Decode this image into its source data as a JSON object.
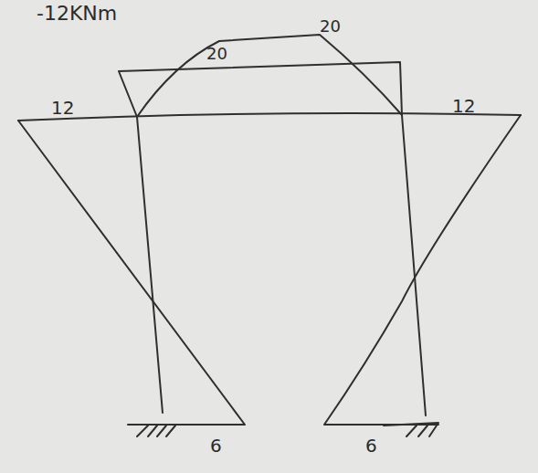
{
  "diagram": {
    "labels": [
      "-12KNm",
      "20",
      "20",
      "12",
      "12",
      "6",
      "6"
    ]
  }
}
